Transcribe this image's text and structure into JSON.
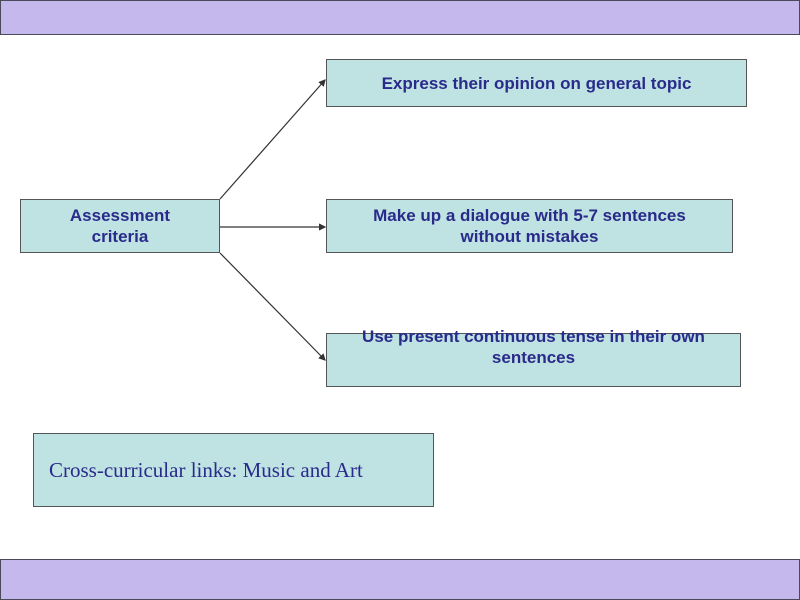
{
  "diagram": {
    "root": {
      "label": "Assessment\ncriteria"
    },
    "branches": [
      {
        "label": "Express their opinion on general topic"
      },
      {
        "label": "Make up a dialogue with 5-7 sentences\nwithout mistakes"
      },
      {
        "label": "Use present continuous tense in their own\nsentences"
      }
    ],
    "links_note": "Cross-curricular links: Music and Art"
  },
  "colors": {
    "band": "#c4b8ec",
    "box_fill": "#bfe3e3",
    "text": "#2a2a8a",
    "connector": "#333333"
  }
}
